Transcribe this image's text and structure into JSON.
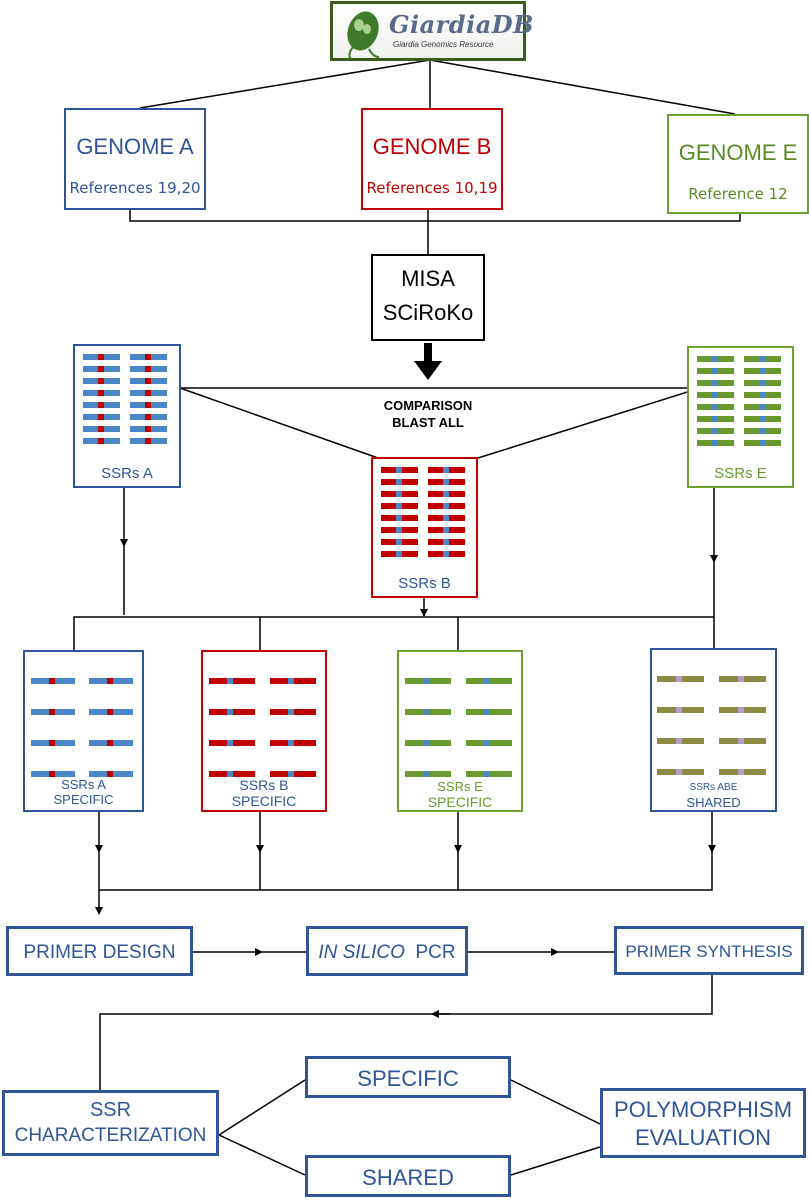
{
  "logo": {
    "name": "GiardiaDB",
    "tagline": "Giardia Genomics Resource"
  },
  "genomes": [
    {
      "id": "a",
      "title": "GENOME A",
      "ref": "References 19,20"
    },
    {
      "id": "b",
      "title": "GENOME B",
      "ref": "References 10,19"
    },
    {
      "id": "e",
      "title": "GENOME E",
      "ref": "Reference 12"
    }
  ],
  "tools": {
    "line1": "MISA",
    "line2": "SCiRoKo"
  },
  "comparison": {
    "line1": "COMPARISON",
    "line2": "BLAST ALL"
  },
  "ssr_sets": {
    "a": "SSRs A",
    "b": "SSRs B",
    "e": "SSRs E"
  },
  "categories": [
    {
      "id": "a",
      "line1": "SSRs A",
      "line2": "SPECIFIC"
    },
    {
      "id": "b",
      "line1": "SSRs B",
      "line2": "SPECIFIC"
    },
    {
      "id": "e",
      "line1": "SSRs E",
      "line2": "SPECIFIC"
    },
    {
      "id": "abe",
      "line1": "SSRs ABE",
      "line2": "SHARED"
    }
  ],
  "pipeline": {
    "primer_design": "PRIMER DESIGN",
    "in_silico": "IN SILICO",
    "pcr": "PCR",
    "primer_synthesis": "PRIMER SYNTHESIS"
  },
  "results": {
    "ssr_line1": "SSR",
    "ssr_line2": "CHARACTERIZATION",
    "specific": "SPECIFIC",
    "shared": "SHARED",
    "poly_line1": "POLYMORPHISM",
    "poly_line2": "EVALUATION"
  },
  "colors": {
    "blue": "#2f5597",
    "red": "#c00000",
    "green": "#70a030",
    "bar_blue": "#4a86c8",
    "bar_red": "#c00000",
    "bar_green": "#6a9a30",
    "bar_olive": "#8a8a45",
    "marker_purple": "#b89ac8"
  }
}
